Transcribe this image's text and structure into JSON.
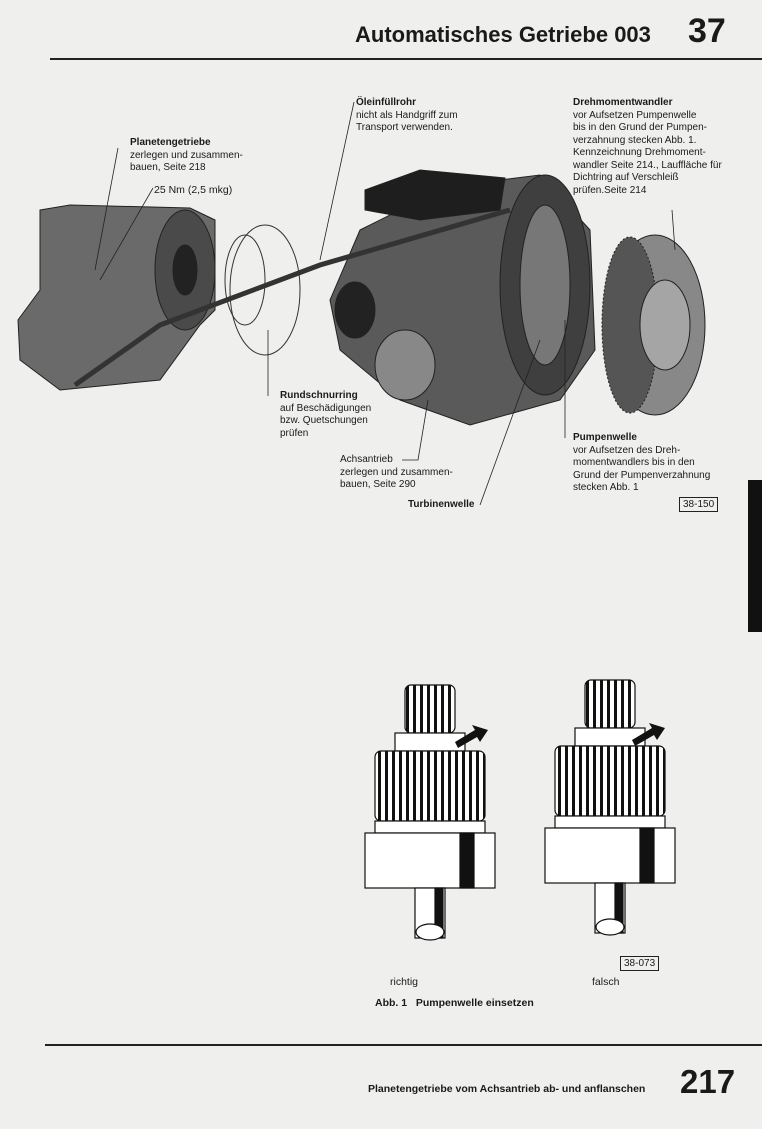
{
  "header": {
    "title": "Automatisches Getriebe 003",
    "section_number": "37"
  },
  "figure1": {
    "id": "38-150",
    "labels": {
      "planetengetriebe": {
        "title": "Planetengetriebe",
        "lines": [
          "zerlegen und zusammen-",
          "bauen, Seite 218"
        ]
      },
      "torque": "25 Nm (2,5 mkg)",
      "oeleinfuellrohr": {
        "title": "Öleinfüllrohr",
        "lines": [
          "nicht als Handgriff zum",
          "Transport verwenden."
        ]
      },
      "drehmomentwandler": {
        "title": "Drehmomentwandler",
        "lines": [
          "vor Aufsetzen Pumpenwelle",
          "bis in den Grund der Pumpen-",
          "verzahnung stecken Abb. 1.",
          "Kennzeichnung Drehmoment-",
          "wandler Seite 214., Lauffläche für",
          "Dichtring auf Verschleiß",
          "prüfen.Seite 214"
        ]
      },
      "rundschnurring": {
        "title": "Rundschnurring",
        "lines": [
          "auf Beschädigungen",
          "bzw. Quetschungen",
          "prüfen"
        ]
      },
      "achsantrieb": {
        "lines": [
          "Achsantrieb",
          "zerlegen und zusammen-",
          "bauen, Seite 290"
        ]
      },
      "turbinenwelle": {
        "title": "Turbinenwelle"
      },
      "pumpenwelle": {
        "title": "Pumpenwelle",
        "lines": [
          "vor Aufsetzen des Dreh-",
          "momentwandlers bis in den",
          "Grund der Pumpenverzahnung",
          "stecken Abb. 1"
        ]
      }
    }
  },
  "figure2": {
    "id": "38-073",
    "left_label": "richtig",
    "right_label": "falsch",
    "caption_num": "Abb. 1",
    "caption": "Pumpenwelle einsetzen"
  },
  "footer": {
    "text": "Planetengetriebe vom Achsantrieb ab- und anflanschen",
    "page_number": "217"
  }
}
